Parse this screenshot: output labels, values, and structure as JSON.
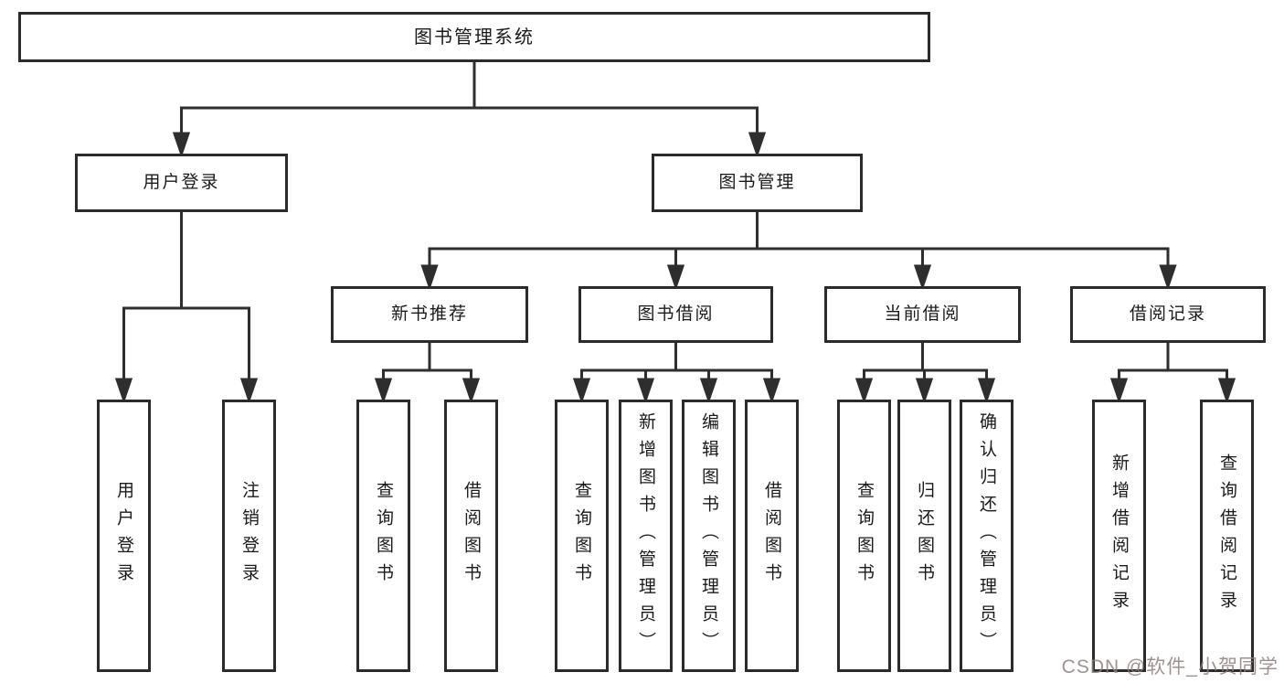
{
  "diagram": {
    "title": "图书管理系统",
    "tree": {
      "root": {
        "label": "图书管理系统",
        "children": [
          {
            "label": "用户登录",
            "children": [
              {
                "label": "用户登录"
              },
              {
                "label": "注销登录"
              }
            ]
          },
          {
            "label": "图书管理",
            "children": [
              {
                "label": "新书推荐",
                "children": [
                  {
                    "label": "查询图书"
                  },
                  {
                    "label": "借阅图书"
                  }
                ]
              },
              {
                "label": "图书借阅",
                "children": [
                  {
                    "label": "查询图书"
                  },
                  {
                    "label": "新增图书（管理员）"
                  },
                  {
                    "label": "编辑图书（管理员）"
                  },
                  {
                    "label": "借阅图书"
                  }
                ]
              },
              {
                "label": "当前借阅",
                "children": [
                  {
                    "label": "查询图书"
                  },
                  {
                    "label": "归还图书"
                  },
                  {
                    "label": "确认归还（管理员）"
                  }
                ]
              },
              {
                "label": "借阅记录",
                "children": [
                  {
                    "label": "新增借阅记录"
                  },
                  {
                    "label": "查询借阅记录"
                  }
                ]
              }
            ]
          }
        ]
      }
    },
    "colors": {
      "line": "#2e2e2e",
      "box_border": "#2b2b2b",
      "text": "#1a1a1a",
      "watermark": "#8f7d7d",
      "background": "#ffffff"
    }
  },
  "watermark": {
    "text": "CSDN @软件_小贺同学"
  }
}
